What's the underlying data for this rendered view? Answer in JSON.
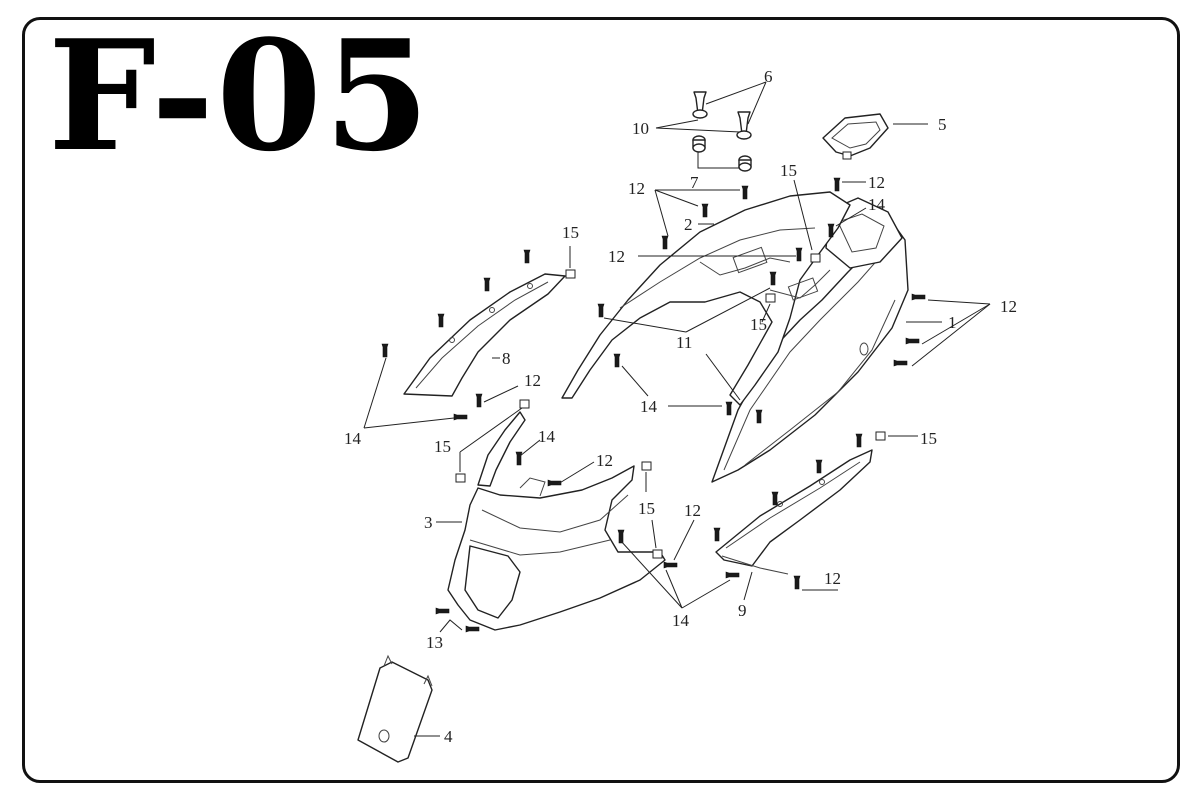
{
  "title": "F-05",
  "callouts": [
    {
      "id": "c1",
      "label": "1"
    },
    {
      "id": "c2",
      "label": "2"
    },
    {
      "id": "c3",
      "label": "3"
    },
    {
      "id": "c4",
      "label": "4"
    },
    {
      "id": "c5",
      "label": "5"
    },
    {
      "id": "c6",
      "label": "6"
    },
    {
      "id": "c7",
      "label": "7"
    },
    {
      "id": "c8",
      "label": "8"
    },
    {
      "id": "c9",
      "label": "9"
    },
    {
      "id": "c10",
      "label": "10"
    },
    {
      "id": "c11",
      "label": "11"
    },
    {
      "id": "c12a",
      "label": "12"
    },
    {
      "id": "c12b",
      "label": "12"
    },
    {
      "id": "c12c",
      "label": "12"
    },
    {
      "id": "c12d",
      "label": "12"
    },
    {
      "id": "c12e",
      "label": "12"
    },
    {
      "id": "c12f",
      "label": "12"
    },
    {
      "id": "c12g",
      "label": "12"
    },
    {
      "id": "c12h",
      "label": "12"
    },
    {
      "id": "c13",
      "label": "13"
    },
    {
      "id": "c14a",
      "label": "14"
    },
    {
      "id": "c14b",
      "label": "14"
    },
    {
      "id": "c14c",
      "label": "14"
    },
    {
      "id": "c14d",
      "label": "14"
    },
    {
      "id": "c14e",
      "label": "14"
    },
    {
      "id": "c15a",
      "label": "15"
    },
    {
      "id": "c15b",
      "label": "15"
    },
    {
      "id": "c15c",
      "label": "15"
    },
    {
      "id": "c15d",
      "label": "15"
    },
    {
      "id": "c15e",
      "label": "15"
    }
  ]
}
